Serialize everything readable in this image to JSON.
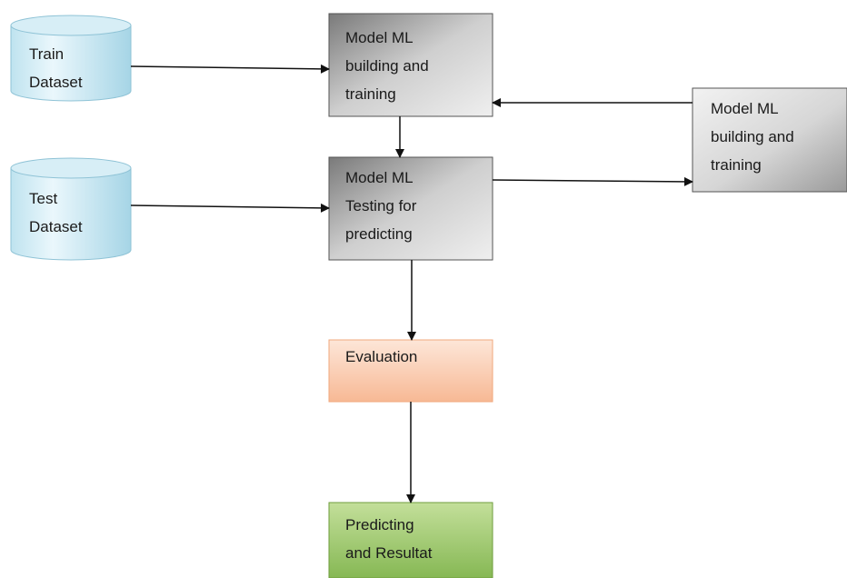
{
  "nodes": {
    "train_dataset": {
      "label": "Train\nDataset"
    },
    "test_dataset": {
      "label": "Test\nDataset"
    },
    "model_building": {
      "label": "Model ML\nbuilding and\ntraining"
    },
    "model_building_side": {
      "label": "Model ML\nbuilding and\ntraining"
    },
    "model_testing": {
      "label": "Model ML\nTesting for\npredicting"
    },
    "evaluation": {
      "label": "Evaluation"
    },
    "predicting_result": {
      "label": "Predicting\nand Resultat"
    }
  },
  "colors": {
    "cylinder_fill_light": "#e8f6fb",
    "cylinder_fill_dark": "#9fd2e3",
    "gray_box_light": "#e9e9e9",
    "gray_box_dark": "#6a6a6a",
    "evaluation_light": "#fde8dc",
    "evaluation_dark": "#f6b48f",
    "result_light": "#b8d98a",
    "result_dark": "#7fb24a",
    "arrow": "#111111"
  },
  "edges": [
    {
      "from": "train_dataset",
      "to": "model_building"
    },
    {
      "from": "test_dataset",
      "to": "model_testing"
    },
    {
      "from": "model_building",
      "to": "model_testing"
    },
    {
      "from": "model_testing",
      "to": "model_building_side"
    },
    {
      "from": "model_building_side",
      "to": "model_building"
    },
    {
      "from": "model_testing",
      "to": "evaluation"
    },
    {
      "from": "evaluation",
      "to": "predicting_result"
    }
  ]
}
